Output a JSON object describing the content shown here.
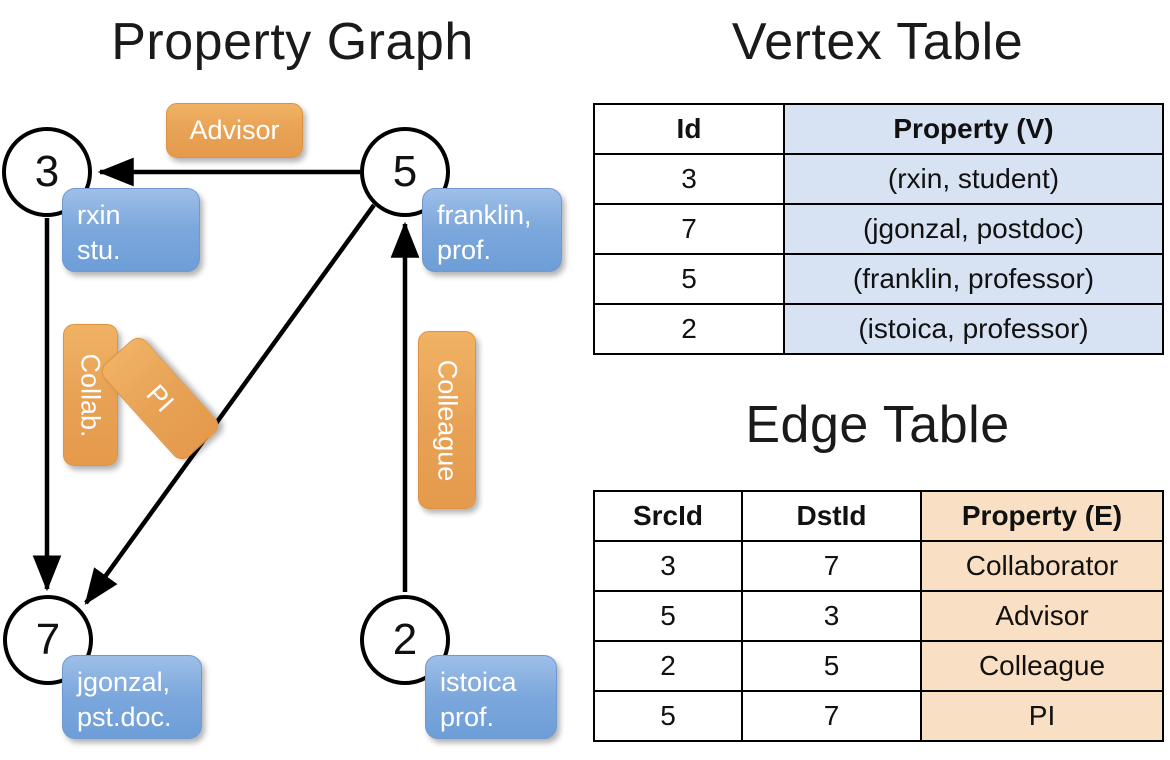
{
  "titles": {
    "property_graph": "Property Graph",
    "vertex_table": "Vertex Table",
    "edge_table": "Edge Table"
  },
  "colors": {
    "vertex_property_fill": "#d7e2f3",
    "edge_property_fill": "#f9dfc3",
    "vertex_callout": "#7ba7dc",
    "edge_callout": "#e8a255",
    "node_stroke": "#000000",
    "background": "#ffffff"
  },
  "graph": {
    "nodes": [
      {
        "id": "3",
        "label": "3",
        "property_lines": [
          "rxin",
          "stu."
        ]
      },
      {
        "id": "5",
        "label": "5",
        "property_lines": [
          "franklin,",
          "prof."
        ]
      },
      {
        "id": "7",
        "label": "7",
        "property_lines": [
          "jgonzal,",
          "pst.doc."
        ]
      },
      {
        "id": "2",
        "label": "2",
        "property_lines": [
          "istoica",
          "prof."
        ]
      }
    ],
    "vertex_callouts": [
      {
        "node": "3",
        "line1": "rxin",
        "line2": "stu."
      },
      {
        "node": "5",
        "line1": "franklin,",
        "line2": "prof."
      },
      {
        "node": "7",
        "line1": "jgonzal,",
        "line2": "pst.doc."
      },
      {
        "node": "2",
        "line1": "istoica",
        "line2": "prof."
      }
    ],
    "edges": [
      {
        "src": "5",
        "dst": "3",
        "label": "Advisor",
        "orientation": "horizontal"
      },
      {
        "src": "3",
        "dst": "7",
        "label": "Collab.",
        "orientation": "vertical"
      },
      {
        "src": "5",
        "dst": "7",
        "label": "PI",
        "orientation": "diagonal"
      },
      {
        "src": "2",
        "dst": "5",
        "label": "Colleague",
        "orientation": "vertical"
      }
    ]
  },
  "vertex_table": {
    "headers": [
      "Id",
      "Property (V)"
    ],
    "rows": [
      {
        "id": "3",
        "property": "(rxin, student)"
      },
      {
        "id": "7",
        "property": "(jgonzal, postdoc)"
      },
      {
        "id": "5",
        "property": "(franklin, professor)"
      },
      {
        "id": "2",
        "property": "(istoica, professor)"
      }
    ]
  },
  "edge_table": {
    "headers": [
      "SrcId",
      "DstId",
      "Property (E)"
    ],
    "rows": [
      {
        "src": "3",
        "dst": "7",
        "property": "Collaborator"
      },
      {
        "src": "5",
        "dst": "3",
        "property": "Advisor"
      },
      {
        "src": "2",
        "dst": "5",
        "property": "Colleague"
      },
      {
        "src": "5",
        "dst": "7",
        "property": "PI"
      }
    ]
  }
}
